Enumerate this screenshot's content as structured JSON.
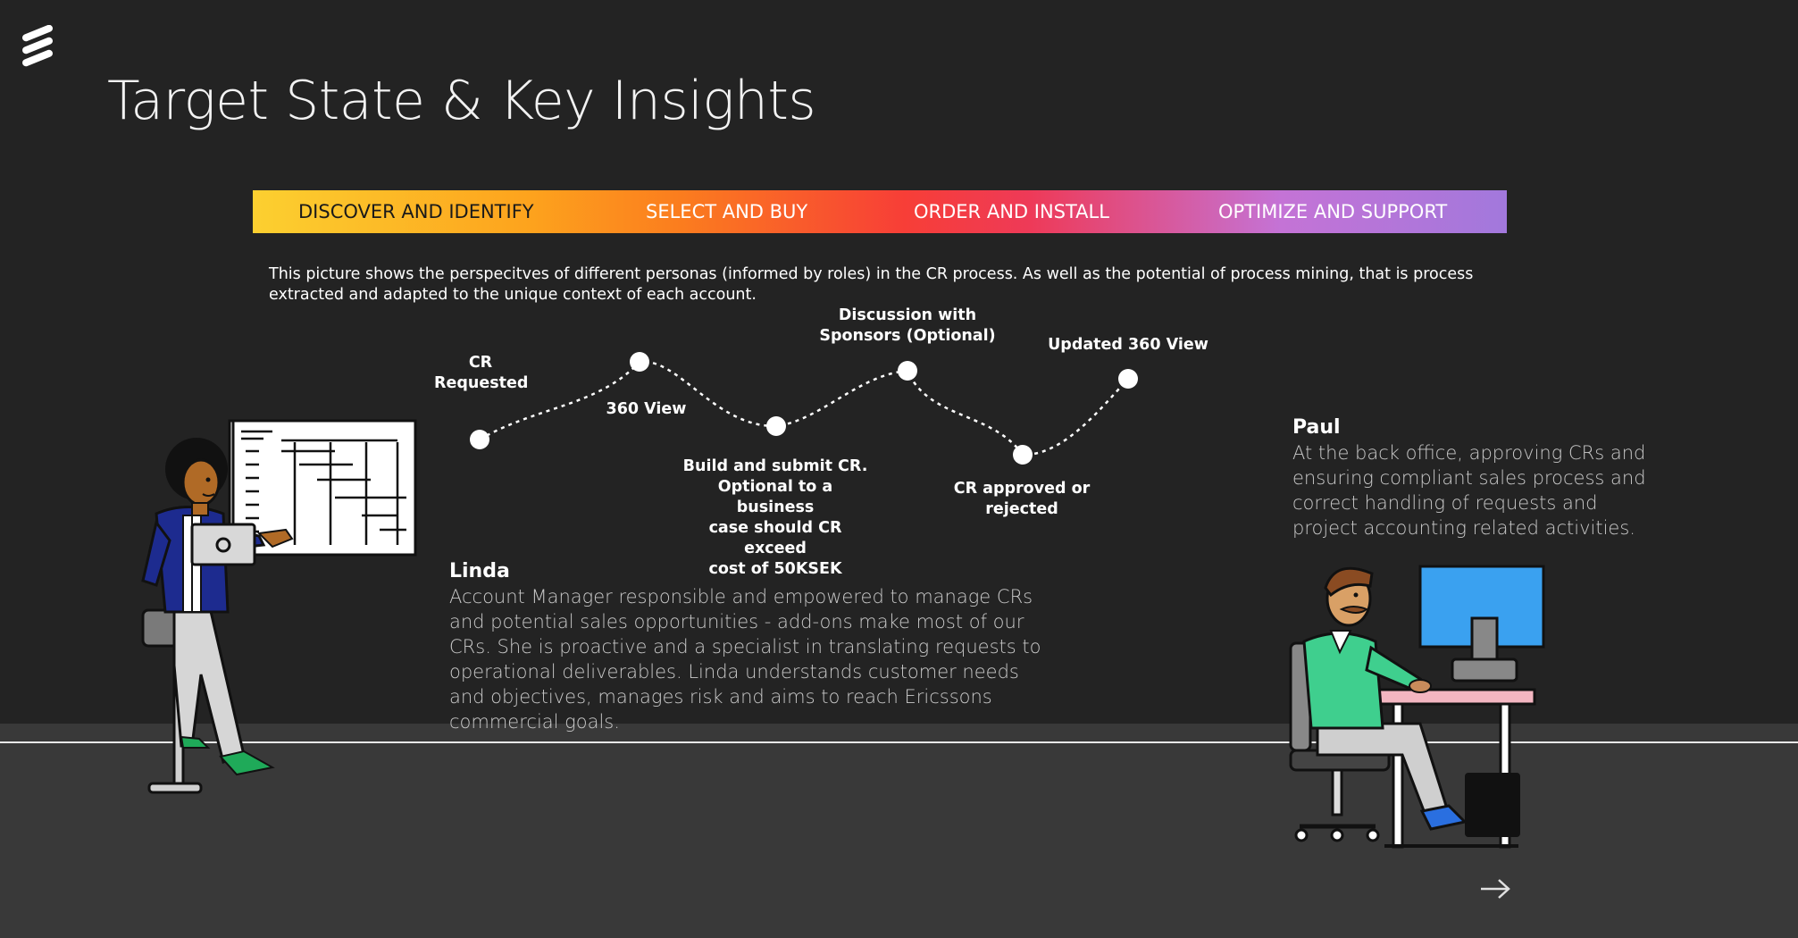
{
  "title": "Target State & Key Insights",
  "phases": [
    {
      "label": "DISCOVER AND IDENTIFY",
      "color": "#1a1a1a"
    },
    {
      "label": "SELECT AND BUY",
      "color": "#ffffff"
    },
    {
      "label": "ORDER AND INSTALL",
      "color": "#ffffff"
    },
    {
      "label": "OPTIMIZE AND SUPPORT",
      "color": "#ffffff"
    }
  ],
  "intro": "This picture shows the perspecitves of different personas (informed by roles) in the CR process. As well as the potential of process mining, that is process extracted and adapted to the unique context of each account.",
  "steps": [
    {
      "label": "CR\nRequested"
    },
    {
      "label": "360 View"
    },
    {
      "label": "Build and submit CR.\nOptional to a business\ncase should CR exceed\ncost of 50KSEK"
    },
    {
      "label": "Discussion with\nSponsors (Optional)"
    },
    {
      "label": "CR approved or\nrejected"
    },
    {
      "label": "Updated 360 View"
    }
  ],
  "personas": {
    "linda": {
      "name": "Linda",
      "description": "Account Manager responsible and empowered to manage CRs and potential sales opportunities - add-ons make most of our CRs. She is proactive and a specialist in translating requests to operational deliverables. Linda understands customer needs and objectives, manages risk and aims to reach Ericssons commercial goals."
    },
    "paul": {
      "name": "Paul",
      "description": "At the back office, approving CRs and ensuring compliant sales process and correct handling of requests and project accounting related activities."
    }
  },
  "icons": {
    "logo": "ericsson-logo-icon",
    "next": "arrow-right-icon"
  }
}
